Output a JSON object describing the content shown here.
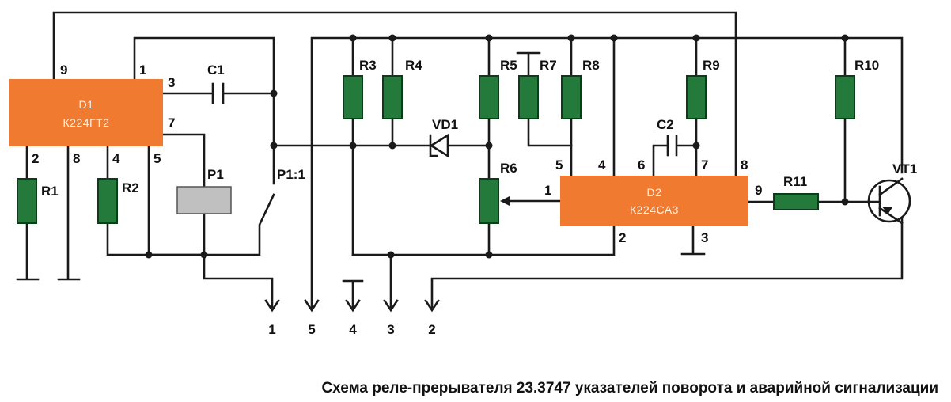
{
  "caption": "Схема реле-прерывателя 23.3747 указателей поворота и аварийной сигнализации",
  "colors": {
    "chip": "#f07a2f",
    "resistor": "#237a3a",
    "relay_coil": "#c0c0c0",
    "wire": "#1a1a1a"
  },
  "d1": {
    "name": "D1",
    "type": "К224ГТ2",
    "pins": {
      "p1": "1",
      "p2": "2",
      "p3": "3",
      "p4": "4",
      "p5": "5",
      "p7": "7",
      "p8": "8",
      "p9": "9"
    }
  },
  "d2": {
    "name": "D2",
    "type": "К224СА3",
    "pins": {
      "p1": "1",
      "p2": "2",
      "p3": "3",
      "p4": "4",
      "p5": "5",
      "p6": "6",
      "p7": "7",
      "p8": "8",
      "p9": "9"
    }
  },
  "parts": {
    "r1": "R1",
    "r2": "R2",
    "r3": "R3",
    "r4": "R4",
    "r5": "R5",
    "r6": "R6",
    "r7": "R7",
    "r8": "R8",
    "r9": "R9",
    "r10": "R10",
    "r11": "R11",
    "c1": "C1",
    "c2": "C2",
    "vd1": "VD1",
    "p1": "P1",
    "p1_contact": "P1:1",
    "vt1": "VT1"
  },
  "terminals": {
    "t1": "1",
    "t5": "5",
    "t4": "4",
    "t3": "3",
    "t2": "2"
  }
}
